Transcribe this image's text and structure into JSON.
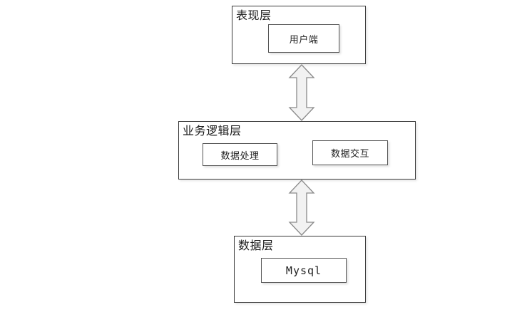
{
  "diagram": {
    "type": "layered-architecture",
    "title_visible": false,
    "background_color": "#ffffff",
    "box_border_color": "#3a3a3a",
    "inner_box_border_color": "#555555",
    "arrow_fill_color": "#f2f2f2",
    "arrow_stroke_color": "#8a8a8a",
    "layers": [
      {
        "id": "presentation",
        "title": "表现层",
        "components": [
          {
            "id": "client",
            "label": "用户端",
            "font": "serif"
          }
        ]
      },
      {
        "id": "business-logic",
        "title": "业务逻辑层",
        "components": [
          {
            "id": "data-processing",
            "label": "数据处理",
            "font": "serif"
          },
          {
            "id": "data-interaction",
            "label": "数据交互",
            "font": "serif"
          }
        ]
      },
      {
        "id": "data",
        "title": "数据层",
        "components": [
          {
            "id": "mysql",
            "label": "Mysql",
            "font": "mono"
          }
        ]
      }
    ],
    "connectors": [
      {
        "id": "presentation-to-business",
        "style": "double-headed-block-arrow",
        "direction": "bidirectional",
        "from": "presentation",
        "to": "business-logic"
      },
      {
        "id": "business-to-data",
        "style": "double-headed-block-arrow",
        "direction": "bidirectional",
        "from": "business-logic",
        "to": "data"
      }
    ]
  }
}
